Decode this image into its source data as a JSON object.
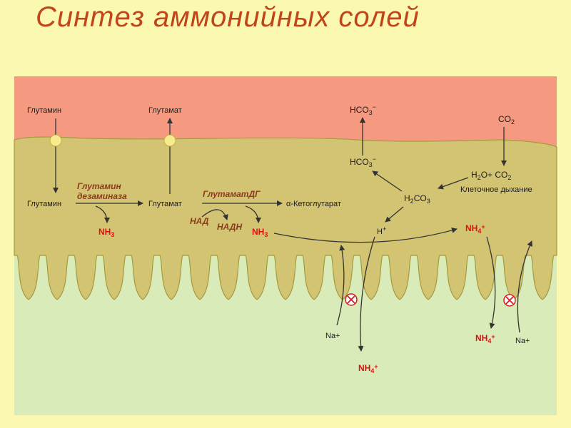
{
  "title": "Синтез аммонийных солей",
  "labels": {
    "glutamine_top": "Глутамин",
    "glutamate_top": "Глутамат",
    "glutamine_cell": "Глутамин",
    "glutamate_cell": "Глутамат",
    "enzyme1_line1": "Глутамин",
    "enzyme1_line2": "дезаминаза",
    "enzyme2": "ГлутаматДГ",
    "nad": "НАД",
    "nadh": "НАДН",
    "ketoglutarate": "α-Кетоглутарат",
    "cell_respiration": "Клеточное дыхание",
    "na_left": "Na+",
    "na_right": "Na+"
  },
  "formulas": {
    "hco3_top": {
      "base": "HCO",
      "sub": "3",
      "sup": "−"
    },
    "hco3_cell": {
      "base": "HCO",
      "sub": "3",
      "sup": "−"
    },
    "co2_top": {
      "base": "CO",
      "sub": "2"
    },
    "h2o_co2": {
      "p1": "H",
      "s1": "2",
      "p2": "O+ CO",
      "s2": "2"
    },
    "h2co3": {
      "p1": "H",
      "s1": "2",
      "p2": "CO",
      "s2": "3"
    },
    "h_plus": {
      "base": "H",
      "sup": "+"
    },
    "nh3_1": {
      "base": "NH",
      "sub": "3"
    },
    "nh3_2": {
      "base": "NH",
      "sub": "3"
    },
    "nh4_cell": {
      "base": "NH",
      "sub": "4",
      "sup": "+"
    },
    "nh4_lumen_left": {
      "base": "NH",
      "sub": "4",
      "sup": "+"
    },
    "nh4_lumen_right": {
      "base": "NH",
      "sub": "4",
      "sup": "+"
    }
  },
  "colors": {
    "blood": "#f59a80",
    "cell": "#d2c472",
    "lumen": "#d8ebb8",
    "background": "#fbf8b2",
    "title": "#c0451b",
    "ammonia": "#e01010",
    "enzyme": "#8c3a1e"
  }
}
